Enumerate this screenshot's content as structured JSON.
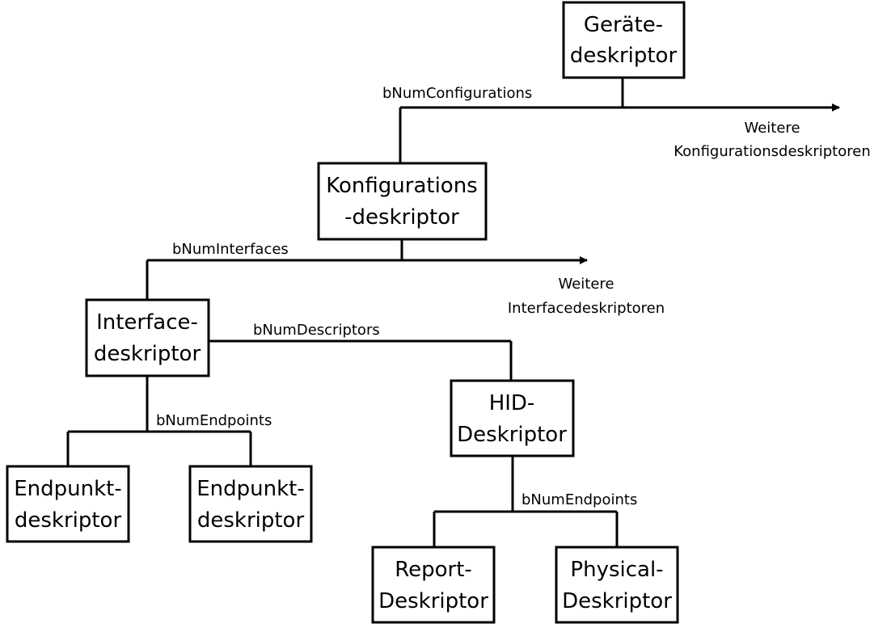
{
  "nodes": {
    "geraete": {
      "line1": "Geräte-",
      "line2": "deskriptor"
    },
    "konfiguration": {
      "line1": "Konfigurations",
      "line2": "-deskriptor"
    },
    "interface": {
      "line1": "Interface-",
      "line2": "deskriptor"
    },
    "hid": {
      "line1": "HID-",
      "line2": "Deskriptor"
    },
    "endpunkt_1": {
      "line1": "Endpunkt-",
      "line2": "deskriptor"
    },
    "endpunkt_2": {
      "line1": "Endpunkt-",
      "line2": "deskriptor"
    },
    "report": {
      "line1": "Report-",
      "line2": "Deskriptor"
    },
    "physical": {
      "line1": "Physical-",
      "line2": "Deskriptor"
    }
  },
  "edges": {
    "num_configurations": "bNumConfigurations",
    "num_interfaces": "bNumInterfaces",
    "num_descriptors": "bNumDescriptors",
    "num_endpoints_interface": "bNumEndpoints",
    "num_endpoints_hid": "bNumEndpoints"
  },
  "notes": {
    "more_configurations": {
      "line1": "Weitere",
      "line2": "Konfigurationsdeskriptoren"
    },
    "more_interfaces": {
      "line1": "Weitere",
      "line2": "Interfacedeskriptoren"
    }
  }
}
